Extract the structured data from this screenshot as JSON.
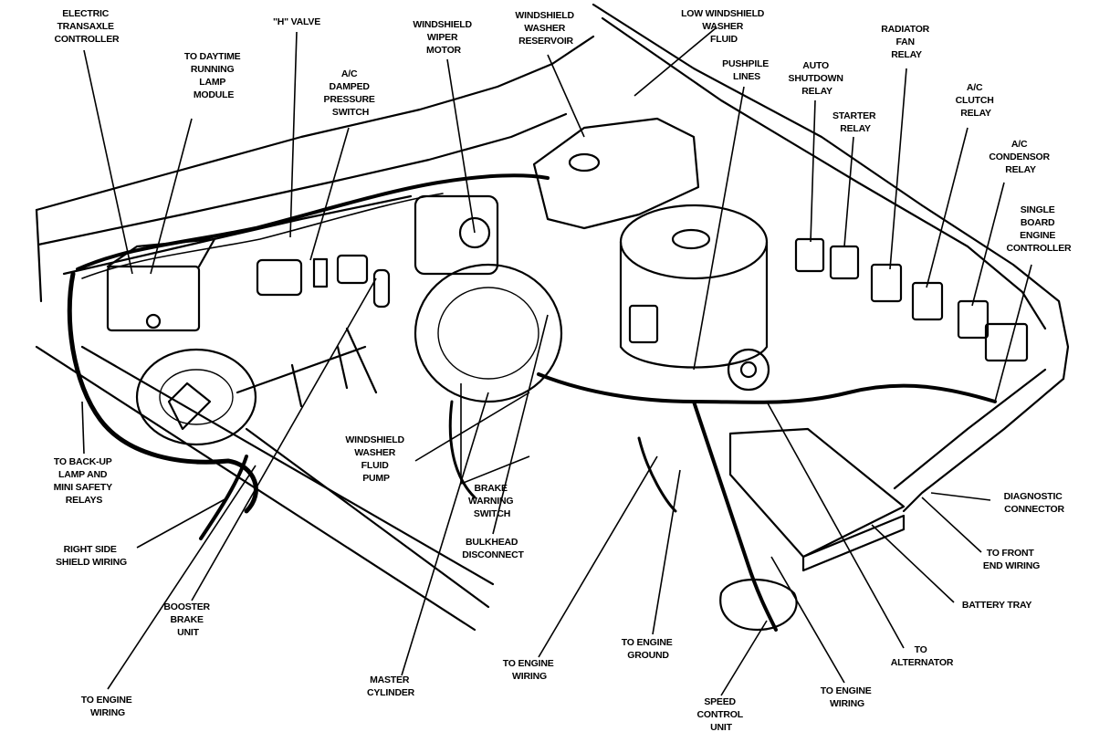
{
  "labels": {
    "electric_transaxle_controller": [
      "ELECTRIC",
      "TRANSAXLE",
      "CONTROLLER"
    ],
    "to_daytime_running_lamp_module": [
      "TO DAYTIME",
      "RUNNING",
      "LAMP",
      "MODULE"
    ],
    "h_valve": [
      "\"H\" VALVE"
    ],
    "ac_damped_pressure_switch": [
      "A/C",
      "DAMPED",
      "PRESSURE",
      "SWITCH"
    ],
    "windshield_wiper_motor": [
      "WINDSHIELD",
      "WIPER",
      "MOTOR"
    ],
    "windshield_washer_reservoir": [
      "WINDSHIELD",
      "WASHER",
      "RESERVOIR"
    ],
    "low_windshield_washer_fluid": [
      "LOW WINDSHIELD",
      "WASHER",
      "FLUID"
    ],
    "pushpile_lines": [
      "PUSHPILE",
      "LINES"
    ],
    "auto_shutdown_relay": [
      "AUTO",
      "SHUTDOWN",
      "RELAY"
    ],
    "radiator_fan_relay": [
      "RADIATOR",
      "FAN",
      "RELAY"
    ],
    "starter_relay": [
      "STARTER",
      "RELAY"
    ],
    "ac_clutch_relay": [
      "A/C",
      "CLUTCH",
      "RELAY"
    ],
    "ac_condensor_relay": [
      "A/C",
      "CONDENSOR",
      "RELAY"
    ],
    "single_board_engine_controller": [
      "SINGLE",
      "BOARD",
      "ENGINE",
      "CONTROLLER"
    ],
    "to_backup_lamp_relays": [
      "TO BACK-UP",
      "LAMP AND",
      "MINI SAFETY",
      "RELAYS"
    ],
    "right_side_shield_wiring": [
      "RIGHT SIDE",
      "SHIELD WIRING"
    ],
    "booster_brake_unit": [
      "BOOSTER",
      "BRAKE",
      "UNIT"
    ],
    "to_engine_wiring_left": [
      "TO ENGINE",
      "WIRING"
    ],
    "windshield_washer_fluid_pump": [
      "WINDSHIELD",
      "WASHER",
      "FLUID",
      "PUMP"
    ],
    "brake_warning_switch": [
      "BRAKE",
      "WARNING",
      "SWITCH"
    ],
    "bulkhead_disconnect": [
      "BULKHEAD",
      "DISCONNECT"
    ],
    "master_cylinder": [
      "MASTER",
      "CYLINDER"
    ],
    "to_engine_wiring_center": [
      "TO ENGINE",
      "WIRING"
    ],
    "to_engine_ground": [
      "TO ENGINE",
      "GROUND"
    ],
    "speed_control_unit": [
      "SPEED",
      "CONTROL",
      "UNIT"
    ],
    "to_engine_wiring_right": [
      "TO ENGINE",
      "WIRING"
    ],
    "to_alternator": [
      "TO",
      "ALTERNATOR"
    ],
    "diagnostic_connector": [
      "DIAGNOSTIC",
      "CONNECTOR"
    ],
    "to_front_end_wiring": [
      "TO FRONT",
      "END WIRING"
    ],
    "battery_tray": [
      "BATTERY TRAY"
    ]
  }
}
